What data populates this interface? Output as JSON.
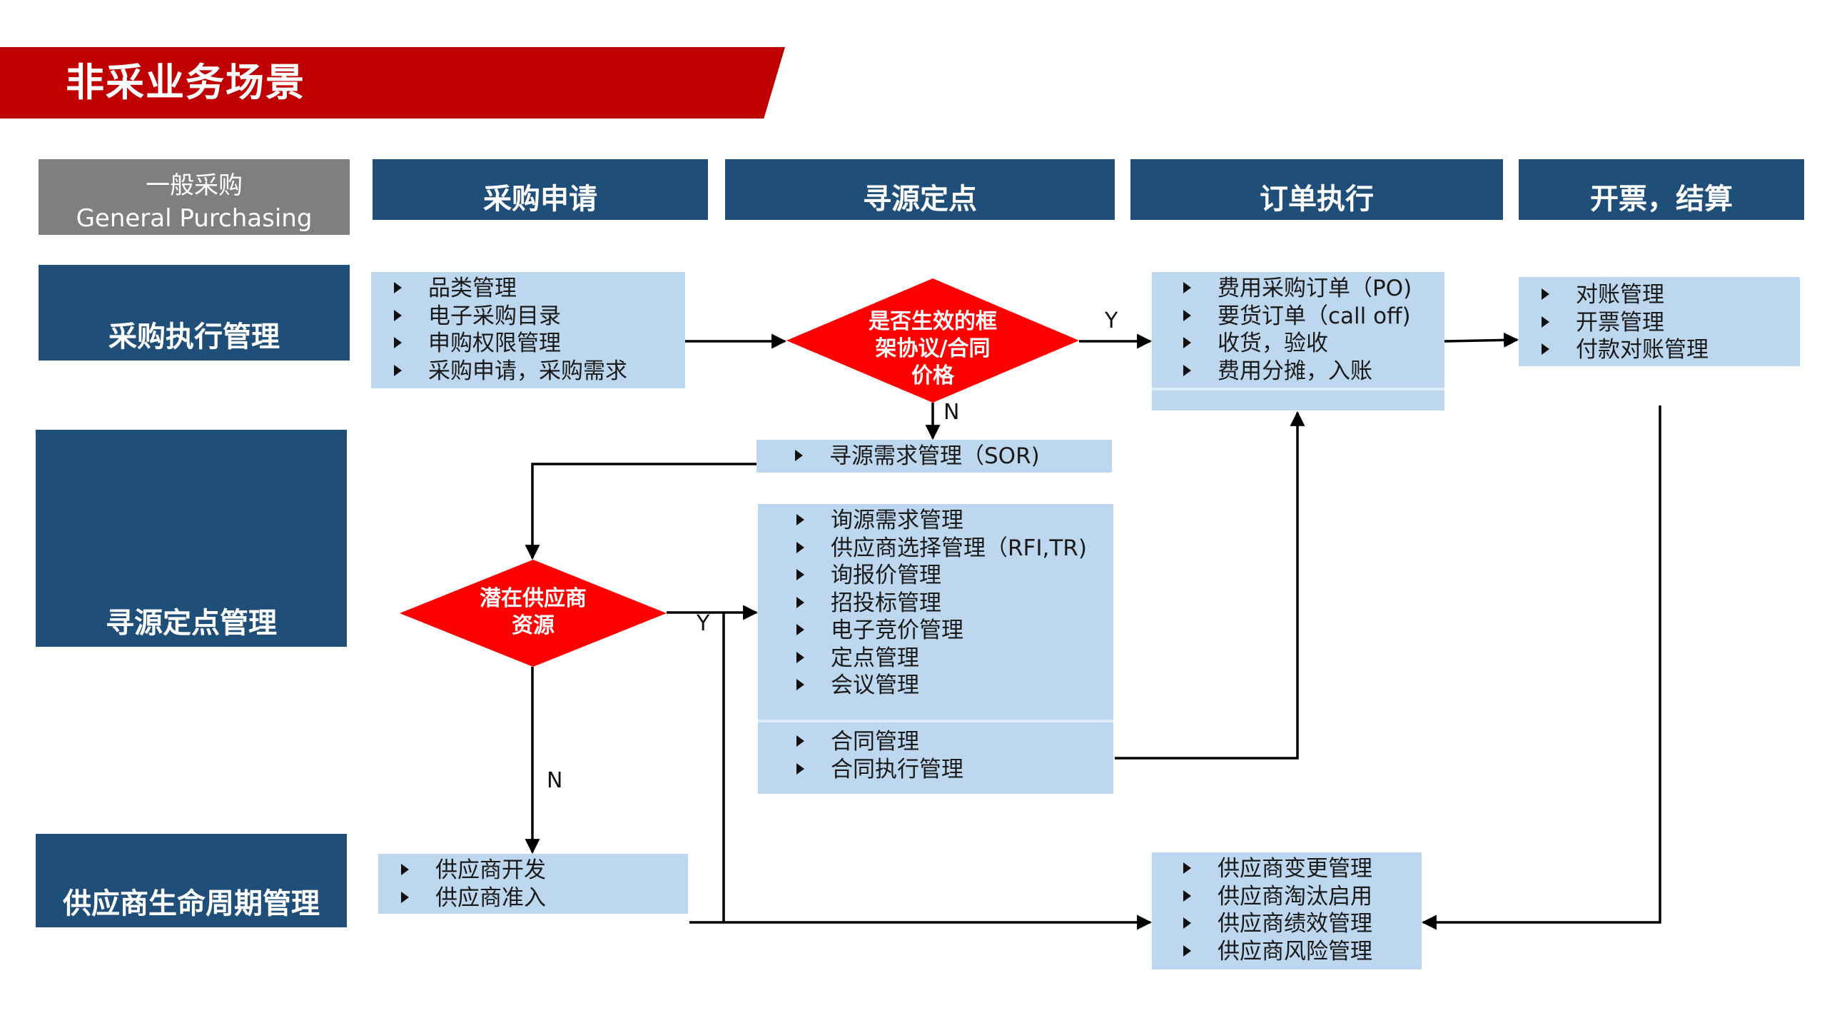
{
  "title": "非采业务场景",
  "general_purchasing": {
    "line1": "一般采购",
    "line2": "General Purchasing"
  },
  "columns": {
    "requisition": "采购申请",
    "sourcing": "寻源定点",
    "order": "订单执行",
    "invoice": "开票，结算"
  },
  "rows": {
    "execution": "采购执行管理",
    "sourcing": "寻源定点管理",
    "supplier": "供应商生命周期管理"
  },
  "boxes": {
    "requisition": [
      "品类管理",
      "电子采购目录",
      "申购权限管理",
      "采购申请，采购需求"
    ],
    "order": [
      "费用采购订单（PO)",
      "要货订单（call off)",
      "收货，验收",
      "费用分摊，入账"
    ],
    "invoice": [
      "对账管理",
      "开票管理",
      "付款对账管理"
    ],
    "sor": [
      "寻源需求管理（SOR)"
    ],
    "sourcing_main": [
      "询源需求管理",
      "供应商选择管理（RFI,TR)",
      "询报价管理",
      "招投标管理",
      "电子竞价管理",
      "定点管理",
      "会议管理"
    ],
    "contract": [
      "合同管理",
      "合同执行管理"
    ],
    "supplier_dev": [
      "供应商开发",
      "供应商准入"
    ],
    "supplier_mgmt": [
      "供应商变更管理",
      "供应商淘汰启用",
      "供应商绩效管理",
      "供应商风险管理"
    ]
  },
  "decisions": {
    "framework": [
      "是否生效的框",
      "架协议/合同",
      "价格"
    ],
    "potential": [
      "潜在供应商",
      "资源"
    ]
  },
  "flow_labels": {
    "yes": "Y",
    "no": "N"
  },
  "colors": {
    "banner": "#c00000",
    "header_blue": "#1f4e79",
    "header_gray": "#7f7f7f",
    "box_blue": "#bdd7ee",
    "decision_red": "#ff0000"
  },
  "icons": {
    "bullet": "triangle-bullet-icon"
  }
}
